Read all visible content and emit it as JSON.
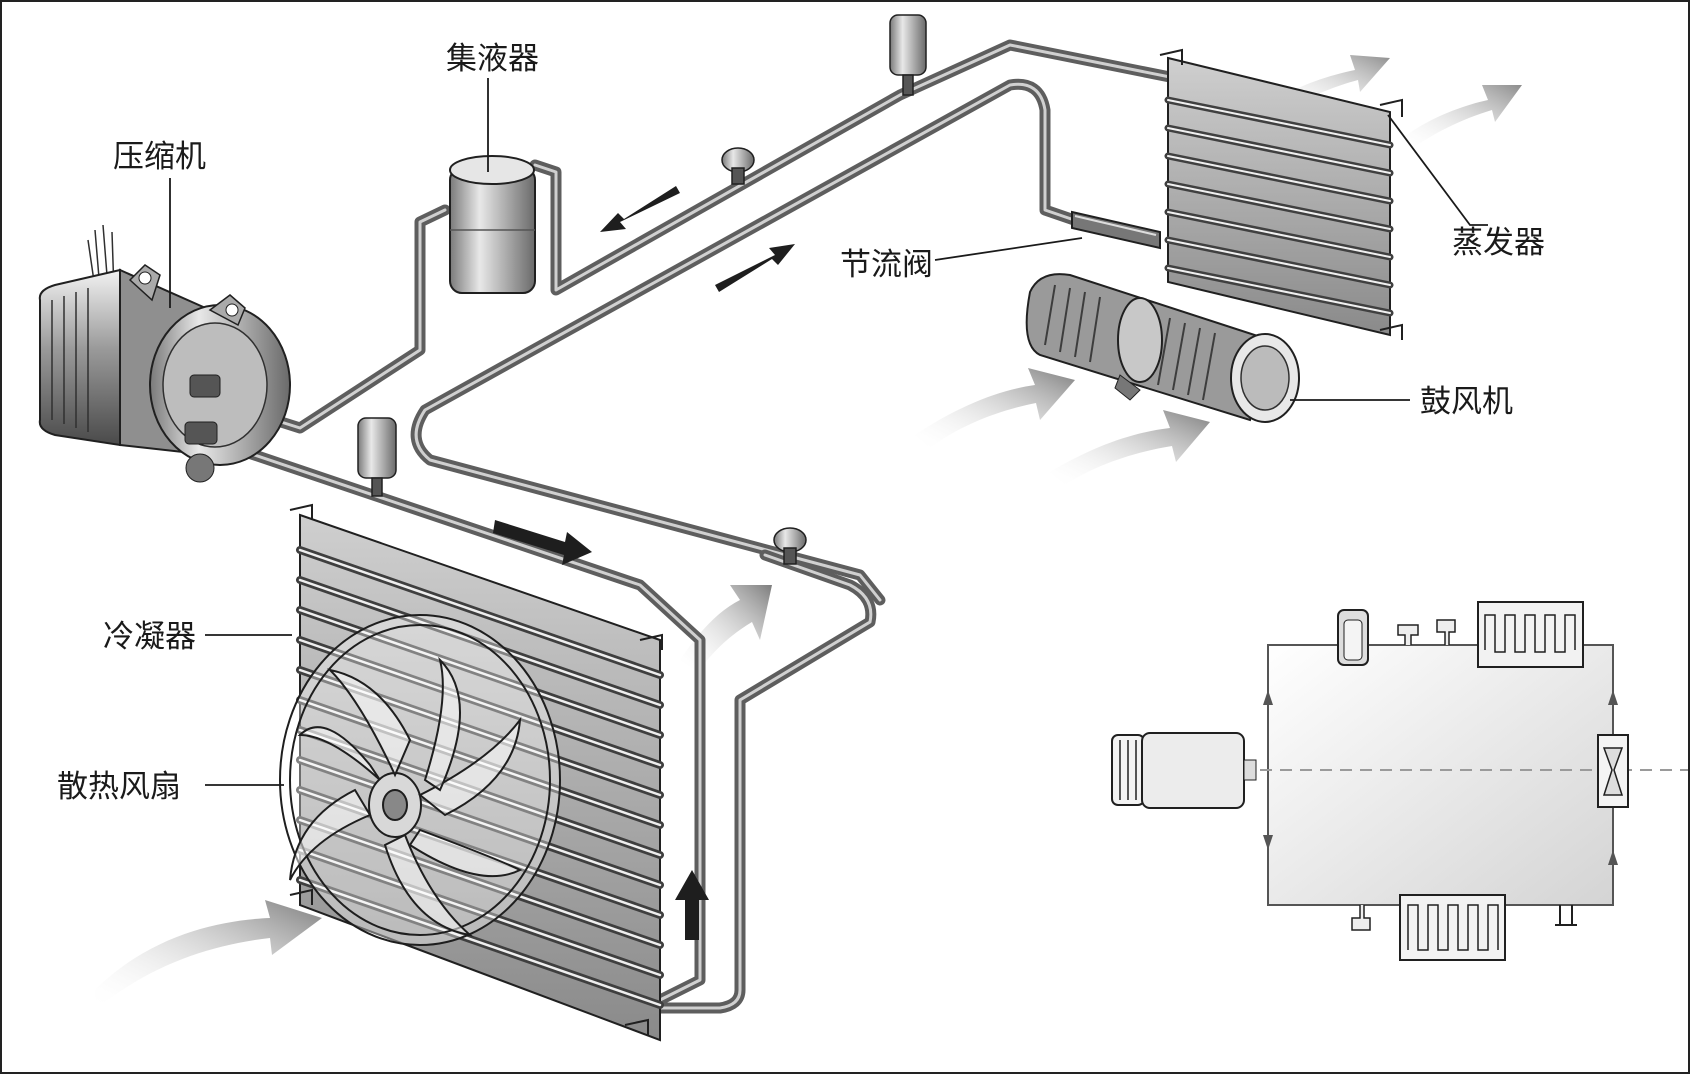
{
  "labels": {
    "compressor": "压缩机",
    "receiver": "集液器",
    "evaporator": "蒸发器",
    "throttle_valve": "节流阀",
    "blower": "鼓风机",
    "condenser": "冷凝器",
    "cooling_fan": "散热风扇"
  },
  "colors": {
    "pipe": "#6f6f6f",
    "pipe_highlight": "#d9d9d9",
    "arrow_dark": "#1e1e1e",
    "airflow": "#8a8a8a",
    "outline": "#202020"
  }
}
